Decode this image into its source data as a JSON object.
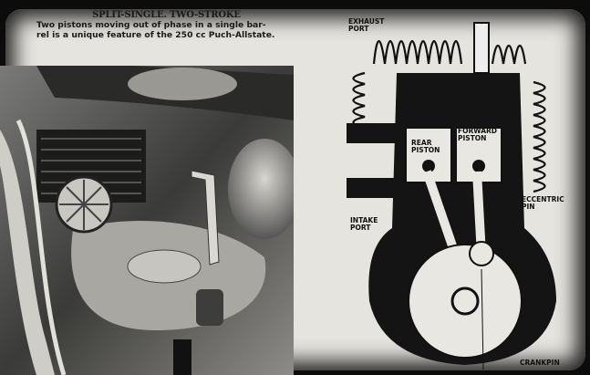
{
  "caption": {
    "title": "SPLIT-SINGLE. TWO-STROKE",
    "line1": "Two pistons moving out of phase in a single bar-",
    "line2": "rel is a unique feature of the 250 cc Puch-Allstate."
  },
  "diagram": {
    "labels": {
      "exhaust_port": "EXHAUST\nPORT",
      "rear_piston": "REAR\nPISTON",
      "forward_piston": "FORWARD\nPISTON",
      "eccentric_pin": "ECCENTRIC\nPIN",
      "intake_port": "INTAKE\nPORT",
      "crankpin": "CRANKPIN"
    }
  }
}
